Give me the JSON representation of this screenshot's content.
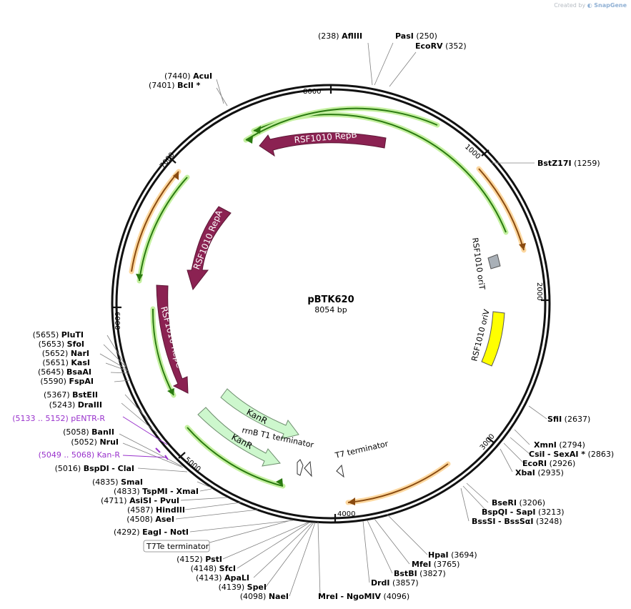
{
  "credit": {
    "prefix": "Created by",
    "brand": "SnapGene"
  },
  "plasmid": {
    "name": "pBTK620",
    "length": "8054 bp"
  },
  "ticks": [
    "1000",
    "2000",
    "3000",
    "4000",
    "5000",
    "6000",
    "7000",
    "8000"
  ],
  "features": [
    {
      "id": "repb",
      "label": "RSF1010 RepB",
      "kind": "cds",
      "color": "#8b2252"
    },
    {
      "id": "repa",
      "label": "RSF1010 RepA",
      "kind": "cds",
      "color": "#8b2252"
    },
    {
      "id": "repc",
      "label": "RSF1010 RepC",
      "kind": "cds",
      "color": "#8b2252"
    },
    {
      "id": "orit",
      "label": "RSF1010 oriT",
      "kind": "origin",
      "color": "#a9b0b7"
    },
    {
      "id": "oriv",
      "label": "RSF1010 oriV",
      "kind": "origin",
      "color": "#ffff00"
    },
    {
      "id": "kanr1",
      "label": "KanR",
      "kind": "marker",
      "color": "#cdf7cd"
    },
    {
      "id": "kanr2",
      "label": "KanR",
      "kind": "marker",
      "color": "#cdf7cd"
    },
    {
      "id": "rrnb",
      "label": "rrnB T1 terminator",
      "kind": "terminator"
    },
    {
      "id": "t7",
      "label": "T7 terminator",
      "kind": "terminator"
    },
    {
      "id": "t7te",
      "label": "T7Te terminator",
      "kind": "terminator"
    }
  ],
  "sites": [
    {
      "id": "afliii",
      "pos": "(238)",
      "name": "AflIII",
      "side": "top"
    },
    {
      "id": "pasi",
      "name": "PasI",
      "pos": "(250)",
      "side": "top"
    },
    {
      "id": "ecorv",
      "name": "EcoRV",
      "pos": "(352)",
      "side": "top"
    },
    {
      "id": "acui",
      "pos": "(7440)",
      "name": "AcuI",
      "side": "top"
    },
    {
      "id": "bcli",
      "pos": "(7401)",
      "name": "BclI *",
      "side": "top"
    },
    {
      "id": "bstz17i",
      "name": "BstZ17I",
      "pos": "(1259)",
      "side": "right"
    },
    {
      "id": "sfii",
      "name": "SfiI",
      "pos": "(2637)",
      "side": "right"
    },
    {
      "id": "xmni",
      "name": "XmnI",
      "pos": "(2794)",
      "side": "right"
    },
    {
      "id": "csii",
      "name": "CsiI",
      "extra": "- SexAI *",
      "pos": "(2863)",
      "side": "right"
    },
    {
      "id": "ecori",
      "name": "EcoRI",
      "pos": "(2926)",
      "side": "right"
    },
    {
      "id": "xbai",
      "name": "XbaI",
      "pos": "(2935)",
      "side": "right"
    },
    {
      "id": "bseri",
      "name": "BseRI",
      "pos": "(3206)",
      "side": "right"
    },
    {
      "id": "bspqi",
      "name": "BspQI",
      "extra": "- SapI",
      "pos": "(3213)",
      "side": "right"
    },
    {
      "id": "bsssi",
      "name": "BssSI",
      "extra": "- BssSαI",
      "pos": "(3248)",
      "side": "right"
    },
    {
      "id": "hpai",
      "name": "HpaI",
      "pos": "(3694)",
      "side": "right"
    },
    {
      "id": "mfei",
      "name": "MfeI",
      "pos": "(3765)",
      "side": "right"
    },
    {
      "id": "bstbi",
      "name": "BstBI",
      "pos": "(3827)",
      "side": "right"
    },
    {
      "id": "drdi",
      "name": "DrdI",
      "pos": "(3857)",
      "side": "right"
    },
    {
      "id": "mrei",
      "name": "MreI",
      "extra": "- NgoMIV",
      "pos": "(4096)",
      "side": "right"
    },
    {
      "id": "nael",
      "pos": "(4098)",
      "name": "NaeI",
      "side": "left"
    },
    {
      "id": "spei",
      "pos": "(4139)",
      "name": "SpeI",
      "side": "left"
    },
    {
      "id": "apali",
      "pos": "(4143)",
      "name": "ApaLI",
      "side": "left"
    },
    {
      "id": "sfci",
      "pos": "(4148)",
      "name": "SfcI",
      "side": "left"
    },
    {
      "id": "psti",
      "pos": "(4152)",
      "name": "PstI",
      "side": "left"
    },
    {
      "id": "eagi",
      "pos": "(4292)",
      "name": "EagI",
      "extra": "- NotI",
      "side": "left"
    },
    {
      "id": "asei",
      "pos": "(4508)",
      "name": "AseI",
      "side": "left"
    },
    {
      "id": "hindiii",
      "pos": "(4587)",
      "name": "HindIII",
      "side": "left"
    },
    {
      "id": "asisi",
      "pos": "(4711)",
      "name": "AsiSI",
      "extra": "- PvuI",
      "side": "left"
    },
    {
      "id": "tspmi",
      "pos": "(4833)",
      "name": "TspMI",
      "extra": "- XmaI",
      "side": "left"
    },
    {
      "id": "smai",
      "pos": "(4835)",
      "name": "SmaI",
      "side": "left"
    },
    {
      "id": "bspdi",
      "pos": "(5016)",
      "name": "BspDI",
      "extra": "- ClaI",
      "side": "left"
    },
    {
      "id": "nrui",
      "pos": "(5052)",
      "name": "NruI",
      "side": "left"
    },
    {
      "id": "banii",
      "pos": "(5058)",
      "name": "BanII",
      "side": "left"
    },
    {
      "id": "drai",
      "pos": "(5243)",
      "name": "DraIII",
      "side": "left"
    },
    {
      "id": "bsteii",
      "pos": "(5367)",
      "name": "BstEII",
      "side": "left"
    },
    {
      "id": "fspai",
      "pos": "(5590)",
      "name": "FspAI",
      "side": "left"
    },
    {
      "id": "bsaai",
      "pos": "(5645)",
      "name": "BsaAI",
      "side": "left"
    },
    {
      "id": "kasi",
      "pos": "(5651)",
      "name": "KasI",
      "side": "left"
    },
    {
      "id": "nari",
      "pos": "(5652)",
      "name": "NarI",
      "side": "left"
    },
    {
      "id": "sfoi",
      "pos": "(5653)",
      "name": "SfoI",
      "side": "left"
    },
    {
      "id": "pluti",
      "pos": "(5655)",
      "name": "PluTI",
      "side": "left"
    }
  ],
  "primers": [
    {
      "id": "pentr",
      "range": "(5133 .. 5152)",
      "name": "pENTR-R"
    },
    {
      "id": "kanrp",
      "range": "(5049 .. 5068)",
      "name": "Kan-R"
    }
  ]
}
